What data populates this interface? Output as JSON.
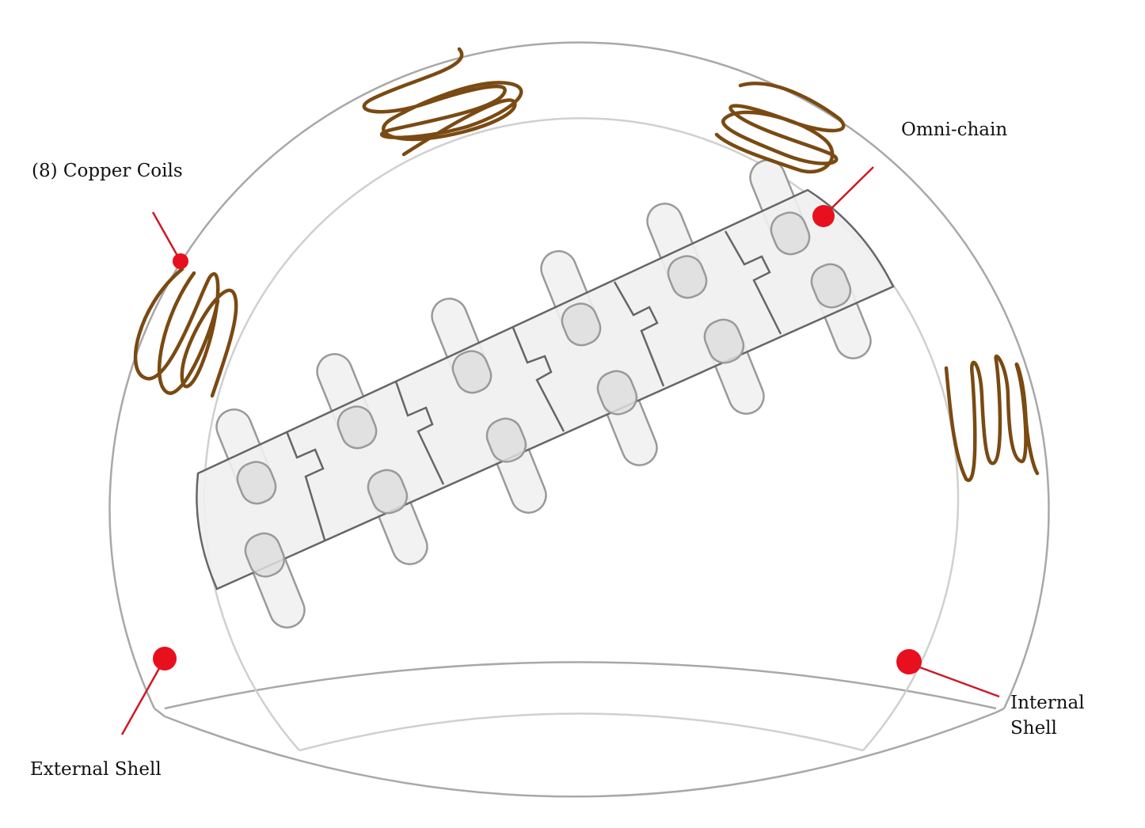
{
  "labels": {
    "copper_coils": "(8) Copper Coils",
    "omni_chain": "Omni-chain",
    "internal_shell_line1": "Internal",
    "internal_shell_line2": "Shell",
    "external_shell": "External Shell"
  },
  "colors": {
    "external_shell": "#a8a8a8",
    "internal_shell": "#d0d0d0",
    "chain_fill": "#efefef",
    "chain_stroke": "#666666",
    "pin_fill": "#e0e0e0",
    "pin_stroke": "#9a9a9a",
    "coil": "#7a4a12",
    "marker": "#e8101e"
  },
  "icons": {
    "marker": "red-dot-marker",
    "coil": "copper-coil-icon"
  }
}
